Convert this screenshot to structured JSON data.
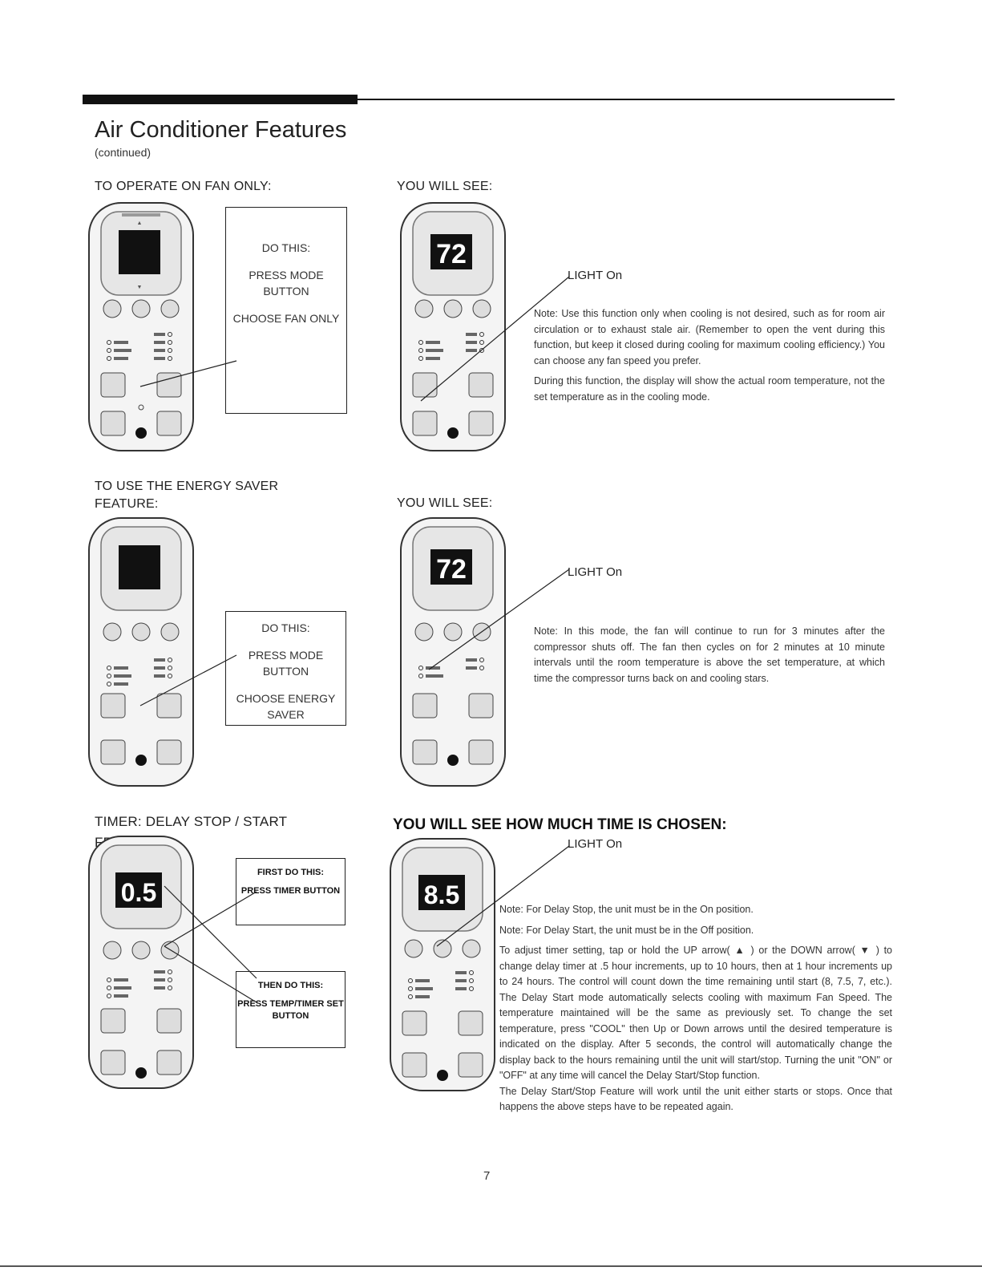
{
  "header": {
    "title": "Air Conditioner Features",
    "subtitle": "(continued)"
  },
  "sections": [
    {
      "left_label": "TO OPERATE ON FAN ONLY:",
      "right_label": "YOU WILL SEE:",
      "instruction_lines": [
        "DO THIS:",
        "PRESS MODE BUTTON",
        "CHOOSE FAN ONLY"
      ],
      "display_value_left": "",
      "display_value_right": "72",
      "light_label": "LIGHT On",
      "notes": [
        "Note: Use this function only when cooling is not desired, such as for room air circulation or to exhaust stale air. (Remember to open the vent during this function, but keep it closed during cooling for maximum cooling efficiency.) You can choose any fan speed you prefer.",
        "During this function, the display will show the actual room temperature, not the set temperature as in the cooling mode."
      ]
    },
    {
      "left_label": "TO USE THE ENERGY SAVER FEATURE:",
      "right_label": "YOU WILL SEE:",
      "instruction_lines": [
        "DO THIS:",
        "PRESS MODE BUTTON",
        "CHOOSE ENERGY SAVER"
      ],
      "display_value_left": "",
      "display_value_right": "72",
      "light_label": "LIGHT On",
      "notes": [
        "Note: In this mode, the fan will continue to run for 3 minutes after the compressor shuts off. The fan then cycles on for 2 minutes at 10 minute intervals until the room temperature is above the set temperature, at which time the compressor turns back on and cooling stars."
      ]
    },
    {
      "left_label": "TIMER: DELAY STOP / START FEATURE",
      "right_label": "YOU WILL SEE HOW MUCH TIME IS CHOSEN:",
      "instruction_first": [
        "FIRST DO THIS:",
        "PRESS TIMER BUTTON"
      ],
      "instruction_then": [
        "THEN DO THIS:",
        "PRESS TEMP/TIMER SET BUTTON"
      ],
      "display_value_left": "0.5",
      "display_value_right": "8.5",
      "light_label": "LIGHT On",
      "notes": [
        "Note: For Delay Stop, the unit must be in the On position.",
        "Note: For Delay Start, the unit must be in the Off position.",
        "To adjust timer setting, tap or hold the UP arrow( ▲ ) or the DOWN arrow( ▼ ) to change delay timer at .5 hour increments, up to 10 hours, then at 1 hour increments up to 24 hours. The control will count down the time remaining until start (8, 7.5, 7, etc.). The Delay Start mode automatically selects cooling with maximum Fan Speed. The temperature maintained will be the same as previously set. To change the set temperature, press \"COOL\" then Up or Down arrows until the desired temperature is indicated on the display. After 5 seconds, the control will automatically change the display back to the hours remaining until the unit will start/stop. Turning the unit \"ON\" or \"OFF\" at any time will cancel the Delay Start/Stop function.",
        "The Delay Start/Stop Feature will work until the unit either starts or stops. Once that happens the above steps have to be repeated again."
      ]
    }
  ],
  "page_number": "7"
}
